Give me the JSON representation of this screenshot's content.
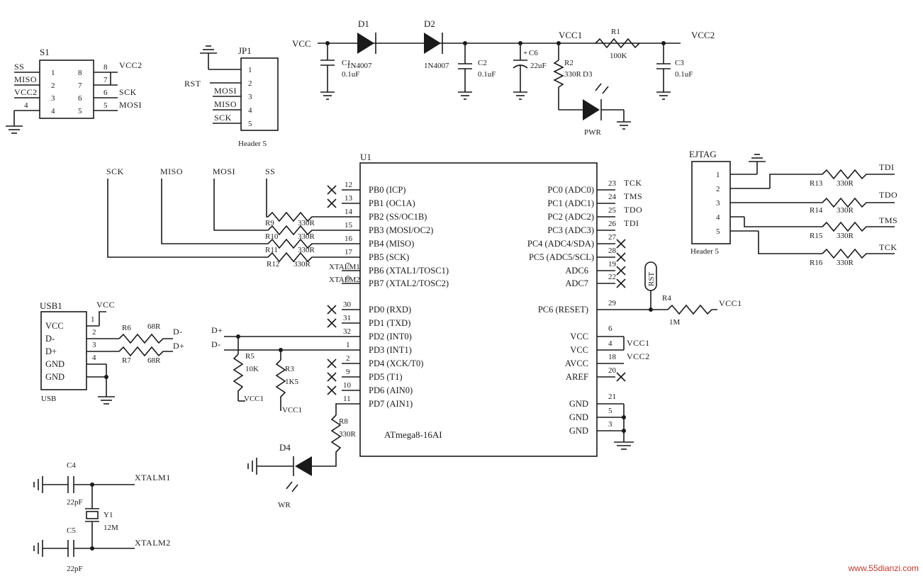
{
  "power": {
    "vcc": "VCC",
    "vcc1": "VCC1",
    "vcc2": "VCC2"
  },
  "parts": {
    "d1": {
      "ref": "D1",
      "value": "1N4007"
    },
    "d2": {
      "ref": "D2",
      "value": "1N4007"
    },
    "c1": {
      "ref": "C1",
      "value": "0.1uF"
    },
    "c2": {
      "ref": "C2",
      "value": "0.1uF"
    },
    "c6": {
      "ref": "C6",
      "value": "22uF",
      "polarity": "+"
    },
    "c3": {
      "ref": "C3",
      "value": "0.1uF"
    },
    "r1": {
      "ref": "R1",
      "value": "100K"
    },
    "r2": {
      "ref": "R2",
      "value": "330R"
    },
    "d3": {
      "ref": "D3",
      "label": "PWR"
    },
    "r4": {
      "ref": "R4",
      "value": "1M"
    },
    "r5": {
      "ref": "R5",
      "value": "10K"
    },
    "r3": {
      "ref": "R3",
      "value": "1K5"
    },
    "r6": {
      "ref": "R6",
      "value": "68R"
    },
    "r7": {
      "ref": "R7",
      "value": "68R"
    },
    "r8": {
      "ref": "R8",
      "value": "330R"
    },
    "d4": {
      "ref": "D4",
      "label": "WR"
    },
    "c4": {
      "ref": "C4",
      "value": "22pF"
    },
    "c5": {
      "ref": "C5",
      "value": "22pF"
    },
    "y1": {
      "ref": "Y1",
      "value": "12M"
    },
    "r9": {
      "ref": "R9",
      "value": "330R"
    },
    "r10": {
      "ref": "R10",
      "value": "330R"
    },
    "r11": {
      "ref": "R11",
      "value": "330R"
    },
    "r12": {
      "ref": "R12",
      "value": "330R"
    },
    "r13": {
      "ref": "R13",
      "value": "330R"
    },
    "r14": {
      "ref": "R14",
      "value": "330R"
    },
    "r15": {
      "ref": "R15",
      "value": "330R"
    },
    "r16": {
      "ref": "R16",
      "value": "330R"
    }
  },
  "s1": {
    "ref": "S1",
    "pins_left": [
      "1",
      "2",
      "3",
      "4"
    ],
    "pins_right": [
      "8",
      "7",
      "6",
      "5"
    ],
    "nets_left": [
      "SS",
      "MISO",
      "VCC2"
    ],
    "num4": "4",
    "nets_right": [
      "VCC2",
      "SCK",
      "MOSI"
    ],
    "outer_nums": [
      "8",
      "7",
      "6",
      "5"
    ]
  },
  "jp1": {
    "ref": "JP1",
    "pins": [
      "1",
      "2",
      "3",
      "4",
      "5"
    ],
    "nets": [
      "RST",
      "MOSI",
      "MISO",
      "SCK"
    ],
    "name": "Header 5"
  },
  "ejtag": {
    "ref": "EJTAG",
    "pins": [
      "1",
      "2",
      "3",
      "4",
      "5"
    ],
    "nets": [
      "TDI",
      "TDO",
      "TMS",
      "TCK"
    ],
    "name": "Header 5"
  },
  "usb": {
    "ref": "USB1",
    "pins": [
      "VCC",
      "D-",
      "D+",
      "GND",
      "GND"
    ],
    "nums": [
      "1",
      "2",
      "3",
      "4"
    ],
    "name": "USB",
    "nets": [
      "D-",
      "D+"
    ]
  },
  "u1": {
    "ref": "U1",
    "name": "ATmega8-16AI",
    "left_pins": [
      "PB0 (ICP)",
      "PB1 (OC1A)",
      "PB2 (SS/OC1B)",
      "PB3 (MOSI/OC2)",
      "PB4 (MISO)",
      "PB5 (SCK)",
      "PB6 (XTAL1/TOSC1)",
      "PB7 (XTAL2/TOSC2)",
      "PD0 (RXD)",
      "PD1 (TXD)",
      "PD2 (INT0)",
      "PD3 (INT1)",
      "PD4 (XCK/T0)",
      "PD5 (T1)",
      "PD6 (AIN0)",
      "PD7 (AIN1)"
    ],
    "left_nums": [
      "12",
      "13",
      "14",
      "15",
      "16",
      "17",
      "7",
      "8",
      "30",
      "31",
      "32",
      "1",
      "2",
      "9",
      "10",
      "11"
    ],
    "right_pins": [
      "PC0 (ADC0)",
      "PC1 (ADC1)",
      "PC2 (ADC2)",
      "PC3 (ADC3)",
      "PC4 (ADC4/SDA)",
      "PC5 (ADC5/SCL)",
      "ADC6",
      "ADC7",
      "PC6 (RESET)",
      "VCC",
      "VCC",
      "AVCC",
      "AREF",
      "GND",
      "GND",
      "GND"
    ],
    "right_nums": [
      "23",
      "24",
      "25",
      "26",
      "27",
      "28",
      "19",
      "22",
      "29",
      "6",
      "4",
      "18",
      "20",
      "21",
      "5",
      "3"
    ],
    "right_nets": [
      "TCK",
      "TMS",
      "TDO",
      "TDI"
    ],
    "vcc_nets": [
      "VCC1",
      "VCC2"
    ]
  },
  "isp_nets": [
    "SCK",
    "MISO",
    "MOSI",
    "SS"
  ],
  "xtal_nets": [
    "XTALM1",
    "XTALM2"
  ],
  "reset_net": "RST",
  "usb_nets": [
    "D+",
    "D-"
  ],
  "watermark": "www.55dianzi.com"
}
